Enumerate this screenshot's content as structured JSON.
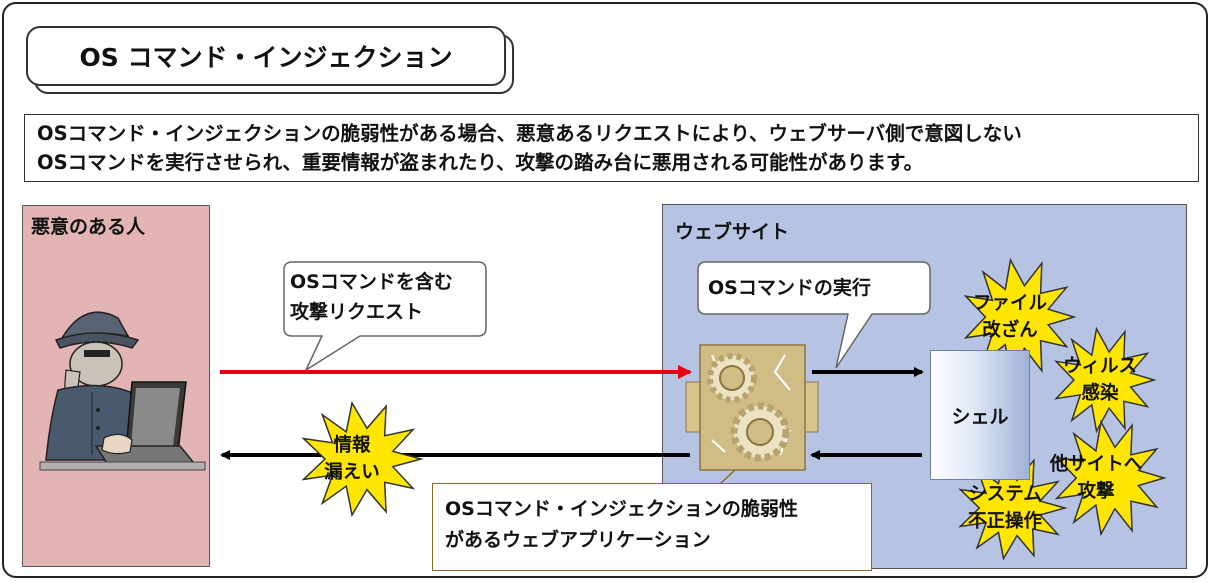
{
  "title": "OS コマンド・インジェクション",
  "description": [
    "OSコマンド・インジェクションの脆弱性がある場合、悪意あるリクエストにより、ウェブサーバ側で意図しない",
    "OSコマンドを実行させられ、重要情報が盗まれたり、攻撃の踏み台に悪用される可能性があります。"
  ],
  "attacker": {
    "label": "悪意のある人"
  },
  "website": {
    "label": "ウェブサイト"
  },
  "request_bubble": [
    "OSコマンドを含む",
    "攻撃リクエスト"
  ],
  "exec_bubble": "OSコマンドの実行",
  "shell_label": "シェル",
  "leak_burst": [
    "情報",
    "漏えい"
  ],
  "effects": {
    "file": [
      "ファイル",
      "改ざん"
    ],
    "virus": [
      "ウィルス",
      "感染"
    ],
    "other_site": [
      "他サイトへ",
      "攻撃"
    ],
    "system": [
      "システム",
      "不正操作"
    ]
  },
  "app_label": [
    "OSコマンド・インジェクションの脆弱性",
    "があるウェブアプリケーション"
  ],
  "colors": {
    "attacker_panel": "#e3b4b4",
    "website_panel": "#b7c3e2",
    "burst_fill": "#ffe600",
    "request_arrow": "#e60012",
    "arrow": "#000000",
    "app_box": "#d2bc86"
  }
}
